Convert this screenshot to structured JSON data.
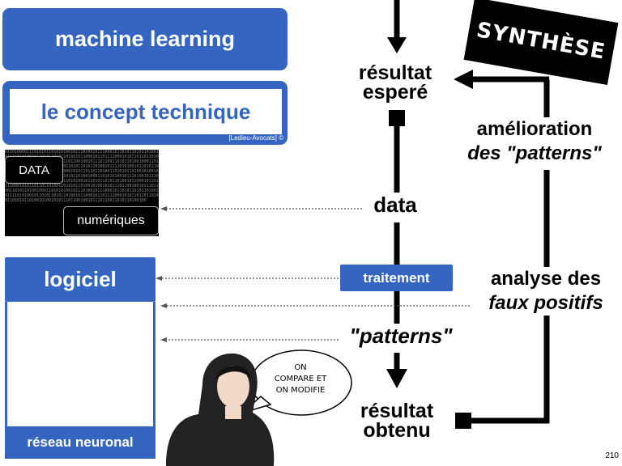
{
  "left_panel": {
    "title": "machine learning",
    "subtitle": "le concept technique",
    "copyright": "[Ledieu-Avocats] ©",
    "binary_text": "0110100001110101011010101001011101001011100010110101101011010010111101010010110101101011010010110001011011110001010110110110100110101011010010100101011101100100101110110011010110100100011010101001011101001011100010110101101011010010111101010010110101101011010010110001011011110001010110110110100110101011010010100101011101100100101110110011010110100100011010101001011101001011100010110101101011010010111101010010110101101011010010110001011011110001010110110110100110101011010010100101011101100100101110110011010110100100011010101001011101001011100010110101101011010010111101010010110101101011010010110001011011110001010110110110100110101011010010100101011101100100101110110011010110100100",
    "data_badge": "DATA",
    "num_badge": "numériques",
    "logiciel": "logiciel",
    "reseau": "réseau neuronal"
  },
  "flow": {
    "resultat_espere": [
      "résultat",
      "esperé"
    ],
    "data": "data",
    "traitement": "traitement",
    "patterns": "\"patterns\"",
    "resultat_obtenu": [
      "résultat",
      "obtenu"
    ]
  },
  "right": {
    "synthese": "SYNTHÈSE",
    "amelioration": [
      "amélioration",
      "des \"patterns\""
    ],
    "analyse": [
      "analyse des",
      "faux positifs"
    ]
  },
  "bubble": [
    "ON",
    "COMPARE ET",
    "ON MODIFIE"
  ],
  "page_number": "210",
  "colors": {
    "accent_blue": "#3565c1",
    "black": "#000000"
  }
}
